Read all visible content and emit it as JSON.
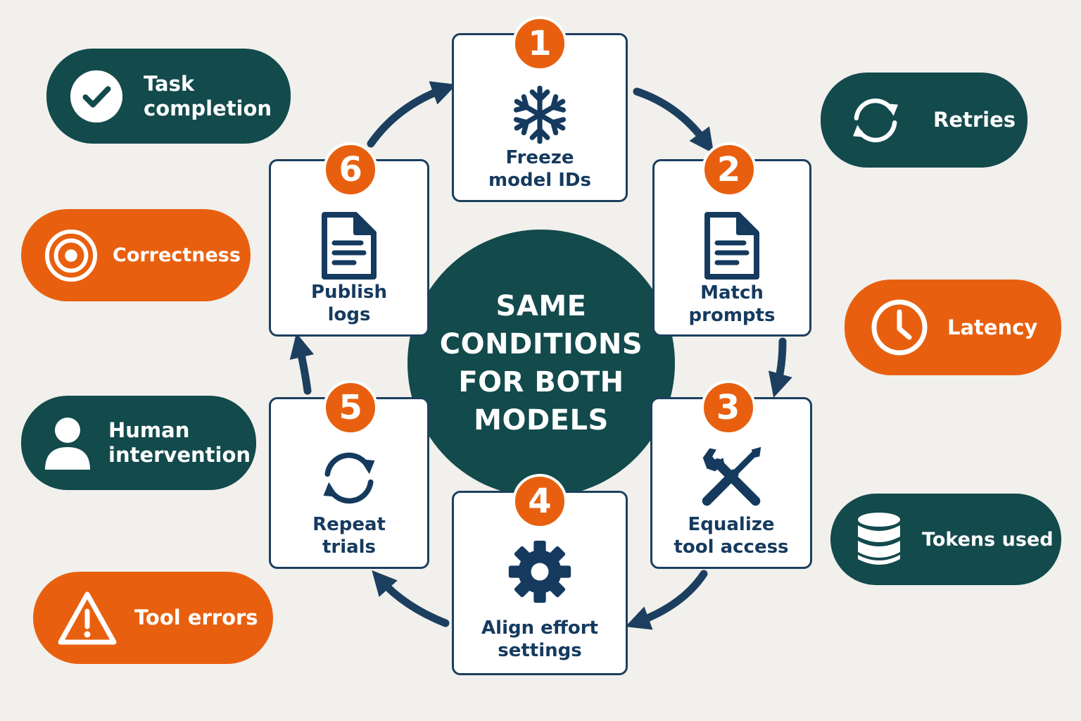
{
  "center": {
    "title": "SAME\nCONDITIONS\nFOR BOTH\nMODELS"
  },
  "steps": [
    {
      "number": "1",
      "label": "Freeze\nmodel IDs",
      "icon": "snowflake-icon"
    },
    {
      "number": "2",
      "label": "Match\nprompts",
      "icon": "document-icon"
    },
    {
      "number": "3",
      "label": "Equalize\ntool access",
      "icon": "wrench-screwdriver-icon"
    },
    {
      "number": "4",
      "label": "Align effort\nsettings",
      "icon": "gear-icon"
    },
    {
      "number": "5",
      "label": "Repeat\ntrials",
      "icon": "refresh-icon"
    },
    {
      "number": "6",
      "label": "Publish\nlogs",
      "icon": "document-icon"
    }
  ],
  "metrics_left": [
    {
      "label": "Task\ncompletion",
      "icon": "check-circle-icon",
      "color": "#134a4c"
    },
    {
      "label": "Correctness",
      "icon": "target-icon",
      "color": "#e8600f"
    },
    {
      "label": "Human\nintervention",
      "icon": "user-icon",
      "color": "#134a4c"
    },
    {
      "label": "Tool errors",
      "icon": "warning-icon",
      "color": "#e8600f"
    }
  ],
  "metrics_right": [
    {
      "label": "Retries",
      "icon": "refresh-icon",
      "color": "#134a4c"
    },
    {
      "label": "Latency",
      "icon": "clock-icon",
      "color": "#e8600f"
    },
    {
      "label": "Tokens used",
      "icon": "database-icon",
      "color": "#134a4c"
    }
  ],
  "colors": {
    "navy": "#1c3f5f",
    "teal": "#134a4c",
    "orange": "#e8600f",
    "background": "#f1f0ec"
  }
}
